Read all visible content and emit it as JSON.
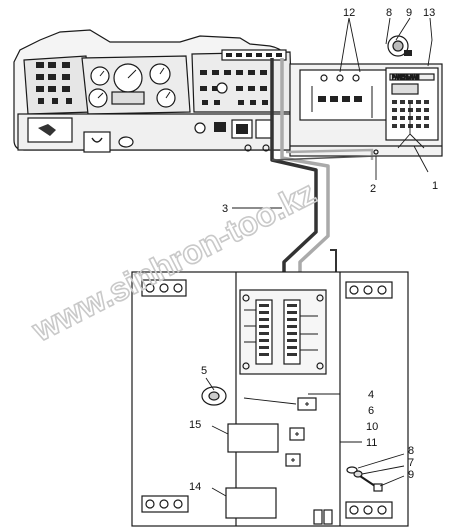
{
  "diagram": {
    "watermark": "www.sinhron-too.kz",
    "display_text": "РАМЕНЬМАШ",
    "callouts": [
      "1",
      "2",
      "3",
      "4",
      "5",
      "6",
      "7",
      "8",
      "8",
      "9",
      "9",
      "10",
      "11",
      "12",
      "13",
      "14",
      "15"
    ],
    "colors": {
      "line": "#1a1a1a",
      "dark_cable": "#333333",
      "light_cable": "#aaaaaa",
      "background": "#ffffff",
      "watermark": "#c9c9c9"
    }
  }
}
